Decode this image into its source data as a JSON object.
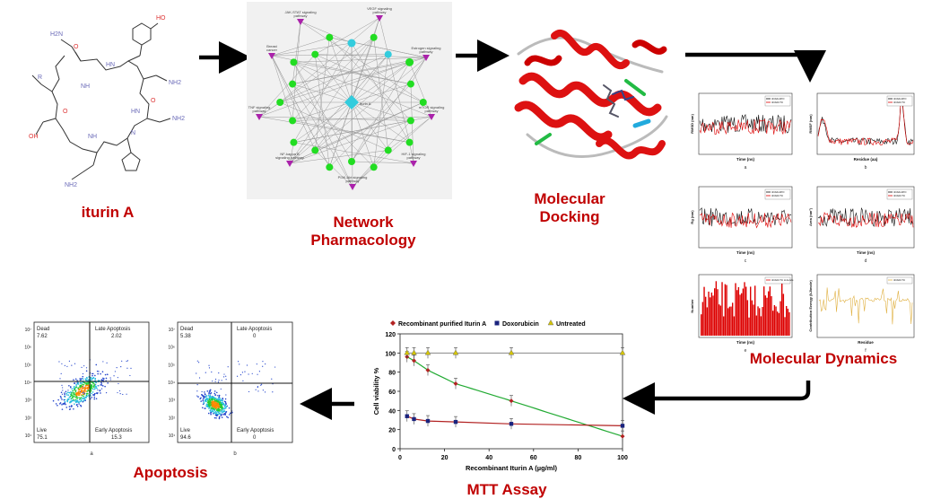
{
  "captions": {
    "iturin": "iturin A",
    "network_line1": "Network",
    "network_line2": "Pharmacology",
    "docking_line1": "Molecular",
    "docking_line2": "Docking",
    "dynamics": "Molecular Dynamics",
    "apoptosis": "Apoptosis",
    "mtt": "MTT Assay"
  },
  "colors": {
    "caption": "#c00000",
    "arrow": "#000000",
    "network_node": "#22dd22",
    "network_hub": "#33ccdd",
    "network_pathway": "#aa22aa",
    "series_red": "#dd0000",
    "series_black": "#111111",
    "mtt_green": "#22aa33",
    "mtt_navy": "#1a237e",
    "mtt_untreated": "#d4c400"
  },
  "network": {
    "pathways": [
      "JAK-STAT signaling pathway",
      "VEGF signaling pathway",
      "Breast cancer",
      "Estrogen signaling pathway",
      "TNF signaling pathway",
      "mTOR signaling pathway",
      "NF-kappa B signaling pathway",
      "HIF-1 signaling pathway",
      "PI3K-Akt signaling pathway"
    ],
    "hub": "Iturin A"
  },
  "molecule": {
    "labels": [
      "HO",
      "H2N",
      "O",
      "HN",
      "NH",
      "N",
      "R",
      "OH",
      "NH2"
    ]
  },
  "md": {
    "panels": [
      {
        "letter": "a",
        "xlabel": "Time (ns)",
        "ylabel": "RMSD (nm)",
        "legend": [
          "4OAR-APO",
          "4OAR-ITU"
        ]
      },
      {
        "letter": "b",
        "xlabel": "Residue (aa)",
        "ylabel": "RMSF (nm)",
        "legend": [
          "4OAR-APO",
          "4OAR-ITU"
        ]
      },
      {
        "letter": "c",
        "xlabel": "Time (ns)",
        "ylabel": "Rg (nm)",
        "legend": [
          "4OAR-APO",
          "4OAR-ITU"
        ]
      },
      {
        "letter": "d",
        "xlabel": "Time (ns)",
        "ylabel": "Area (nm²)",
        "legend": [
          "4OAR-APO",
          "4OAR-ITU"
        ]
      },
      {
        "letter": "e",
        "xlabel": "Time (ns)",
        "ylabel": "Number",
        "legend": [
          "4OAR-ITU H-bonds"
        ]
      },
      {
        "letter": "f",
        "xlabel": "Residue",
        "ylabel": "Contribution Energy (kJ/mole)",
        "legend": [
          "4OAR-ITU"
        ]
      }
    ]
  },
  "apoptosis": {
    "plots": [
      {
        "letter": "a",
        "q_dead_label": "Dead",
        "q_dead": "7.62",
        "q_late_label": "Late Apoptosis",
        "q_late": "2.02",
        "q_live_label": "Live",
        "q_live": "75.1",
        "q_early_label": "Early Apoptosis",
        "q_early": "15.3"
      },
      {
        "letter": "b",
        "q_dead_label": "Dead",
        "q_dead": "5.38",
        "q_late_label": "Late Apoptosis",
        "q_late": "0",
        "q_live_label": "Live",
        "q_live": "94.6",
        "q_early_label": "Early Apoptosis",
        "q_early": "0"
      }
    ],
    "y_ticks": [
      "10⁷",
      "10⁶",
      "10⁵",
      "10⁴",
      "10³",
      "10²",
      "10¹"
    ]
  },
  "chart_data": {
    "type": "line",
    "title": "",
    "xlabel": "Recombinant Iturin A (µg/ml)",
    "ylabel": "Cell viability %",
    "xlim": [
      0,
      100
    ],
    "ylim": [
      0,
      120
    ],
    "x_ticks": [
      0,
      20,
      40,
      60,
      80,
      100
    ],
    "y_ticks": [
      0,
      20,
      40,
      60,
      80,
      100,
      120
    ],
    "legend_placement": "top",
    "series": [
      {
        "name": "Recombinant purified Iturin A",
        "x": [
          3.125,
          6.25,
          12.5,
          25,
          50,
          100
        ],
        "y": [
          96,
          92,
          82,
          68,
          50,
          13
        ]
      },
      {
        "name": "Doxorubicin",
        "x": [
          3.125,
          6.25,
          12.5,
          25,
          50,
          100
        ],
        "y": [
          34,
          31,
          29,
          28,
          26,
          24
        ]
      },
      {
        "name": "Untreated",
        "x": [
          3.125,
          6.25,
          12.5,
          25,
          50,
          100
        ],
        "y": [
          100,
          100,
          100,
          100,
          100,
          100
        ]
      }
    ]
  }
}
